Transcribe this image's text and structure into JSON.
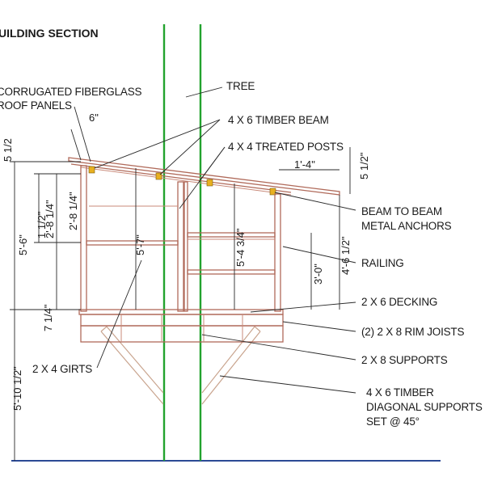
{
  "title": "UILDING SECTION",
  "labels": {
    "roof_line1": "CORRUGATED FIBERGLASS",
    "roof_line2": "ROOF PANELS",
    "tree": "TREE",
    "beam": "4 X 6 TIMBER BEAM",
    "posts": "4 X 4 TREATED POSTS",
    "anchors_line1": "BEAM TO BEAM",
    "anchors_line2": "METAL ANCHORS",
    "railing": "RAILING",
    "decking": "2 X 6 DECKING",
    "rim_joists": "(2) 2 X 8 RIM JOISTS",
    "supports": "2 X 8 SUPPORTS",
    "diag_line1": "4 X 6 TIMBER",
    "diag_line2": "DIAGONAL SUPPORTS",
    "diag_line3": "SET @ 45°",
    "girts": "2 X 4 GIRTS"
  },
  "dimensions": {
    "d_6in": "6\"",
    "d_top_left": "5 1/2",
    "d_1ft4": "1'-4\"",
    "d_5half": "5 1/2\"",
    "d_1_1half": "1 1/2\"",
    "d_2_8_1q_a": "2'-8 1/4\"",
    "d_2_8_1q_b": "2'-8 1/4\"",
    "d_5_6": "5'-6\"",
    "d_5_7": "5'-7\"",
    "d_5_4_3q": "5'-4 3/4\"",
    "d_4_6_half": "4'-6 1/2\"",
    "d_3_0": "3'-0\"",
    "d_7_1q": "7 1/4\"",
    "d_5_10_half": "5'-10 1/2\""
  },
  "colors": {
    "tree": "#22a32e",
    "framing": "#b06a5a",
    "ground": "#2b4fa8",
    "anchor": "#e8b020"
  }
}
